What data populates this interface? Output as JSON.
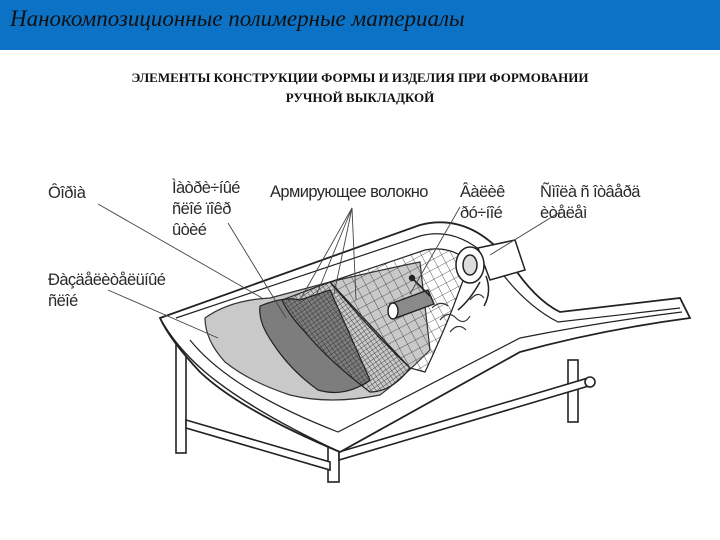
{
  "header": {
    "title": "Нанокомпозиционные полимерные материалы",
    "bar_color": "#0b72c6"
  },
  "subtitle": {
    "line1": "ЭЛЕМЕНТЫ КОНСТРУКЦИИ ФОРМЫ И ИЗДЕЛИЯ ПРИ ФОРМОВАНИИ",
    "line2": "РУЧНОЙ ВЫКЛАДКОЙ"
  },
  "labels": {
    "forma": {
      "line1": "Ôîðìà"
    },
    "matrichny_sloy": {
      "line1": "Ìàòðè÷íûé",
      "line2": "ñëîé ïîêð",
      "line3": "ûòèé"
    },
    "armiruyushchee_volokno": {
      "line1": "Армирующее волокно"
    },
    "valik": {
      "line1": "Âàëèê",
      "line2": "ðó÷íîé"
    },
    "smola_s_otverditelem": {
      "line1": "Ñìîëà ñ îòâåðä",
      "line2": "èòåëåì"
    },
    "razdelitelny_sloy": {
      "line1": "Ðàçäåëèòåëüíûé",
      "line2": "ñëîé"
    }
  }
}
